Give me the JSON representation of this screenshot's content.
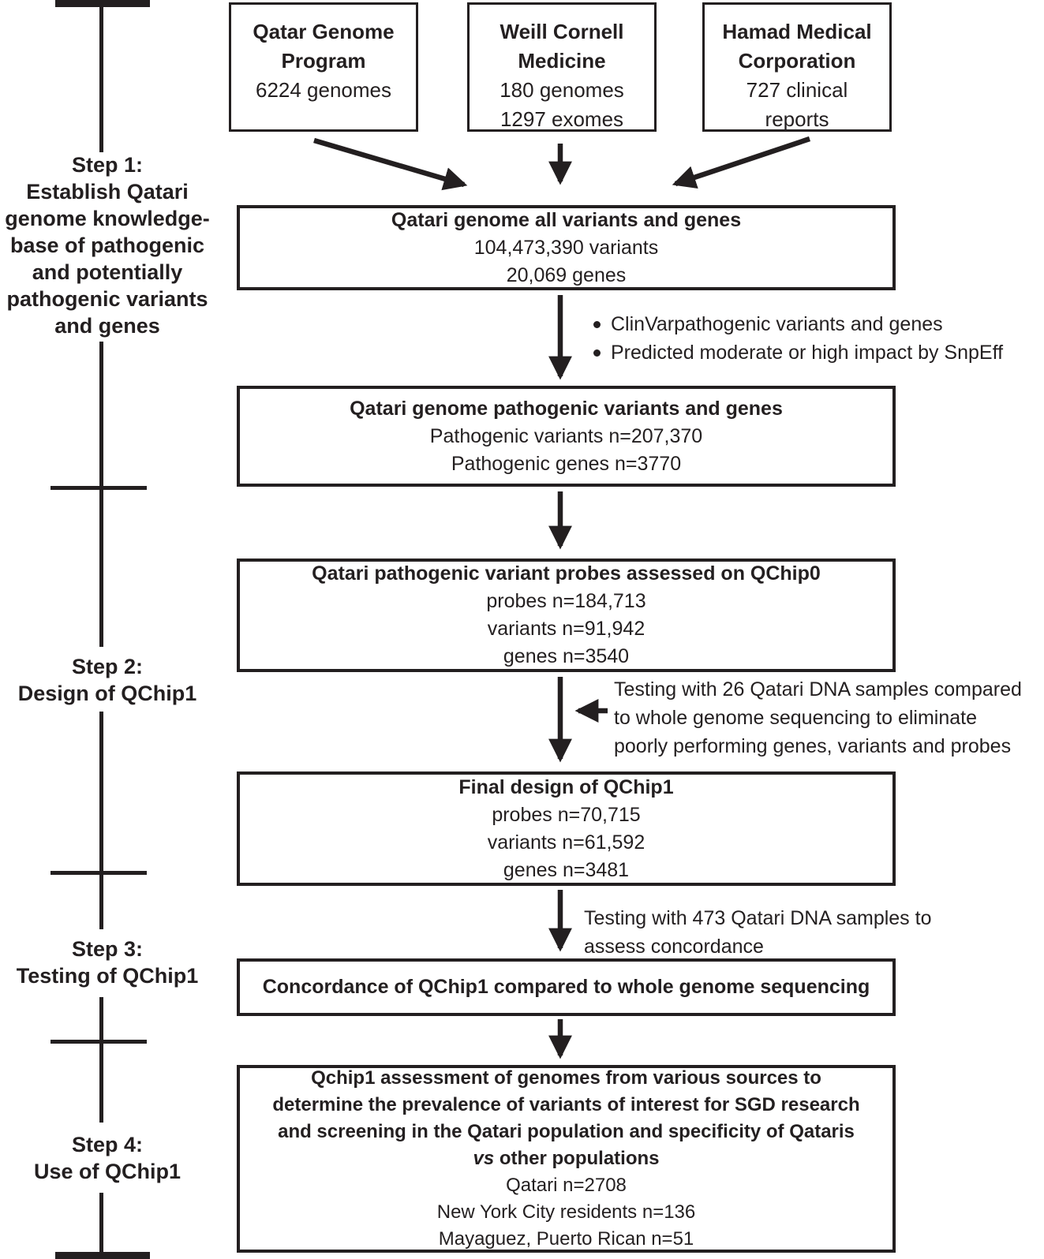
{
  "colors": {
    "ink": "#231f20",
    "paper": "#ffffff"
  },
  "steps": [
    {
      "lines": [
        "Step 1:",
        "Establish Qatari",
        "genome knowledge-",
        "base of pathogenic",
        "and potentially",
        "pathogenic variants",
        "and genes"
      ]
    },
    {
      "lines": [
        "Step 2:",
        "Design of QChip1"
      ]
    },
    {
      "lines": [
        "Step 3:",
        "Testing of QChip1"
      ]
    },
    {
      "lines": [
        "Step 4:",
        "Use of QChip1"
      ]
    }
  ],
  "sources": [
    {
      "title_lines": [
        "Qatar Genome",
        "Program"
      ],
      "detail_lines": [
        "6224 genomes"
      ]
    },
    {
      "title_lines": [
        "Weill Cornell",
        "Medicine"
      ],
      "detail_lines": [
        "180 genomes",
        "1297 exomes"
      ]
    },
    {
      "title_lines": [
        "Hamad Medical",
        "Corporation"
      ],
      "detail_lines": [
        "727 clinical",
        "reports"
      ]
    }
  ],
  "flow_boxes": {
    "all_variants": {
      "title": "Qatari genome all variants and genes",
      "lines": [
        "104,473,390 variants",
        "20,069 genes"
      ]
    },
    "pathogenic": {
      "title": "Qatari genome pathogenic variants and genes",
      "lines": [
        "Pathogenic variants n=207,370",
        "Pathogenic genes n=3770"
      ]
    },
    "qchip0": {
      "title": "Qatari pathogenic variant probes assessed on QChip0",
      "lines": [
        "probes n=184,713",
        "variants n=91,942",
        "genes n=3540"
      ]
    },
    "final_design": {
      "title": "Final design of QChip1",
      "lines": [
        "probes n=70,715",
        "variants n=61,592",
        "genes n=3481"
      ]
    },
    "concordance": {
      "title": "Concordance of QChip1 compared to whole genome sequencing"
    },
    "use_qchip1": {
      "title_lines": [
        "Qchip1 assessment of genomes from various sources to",
        "determine the prevalence of variants of interest for SGD research",
        "and screening in the Qatari population and specificity of Qataris"
      ],
      "title_line4_italic": "vs",
      "title_line4_rest": " other populations",
      "lines": [
        "Qatari n=2708",
        "New York City residents n=136",
        "Mayaguez, Puerto Rican n=51"
      ]
    }
  },
  "annotations": {
    "filter_bullets": [
      "ClinVarpathogenic variants and genes",
      "Predicted moderate or high impact by SnpEff"
    ],
    "testing_26": [
      "Testing with 26 Qatari DNA samples compared",
      "to whole genome sequencing to eliminate",
      "poorly performing genes, variants and probes"
    ],
    "testing_473": [
      "Testing with 473 Qatari DNA samples to",
      "assess concordance"
    ]
  }
}
